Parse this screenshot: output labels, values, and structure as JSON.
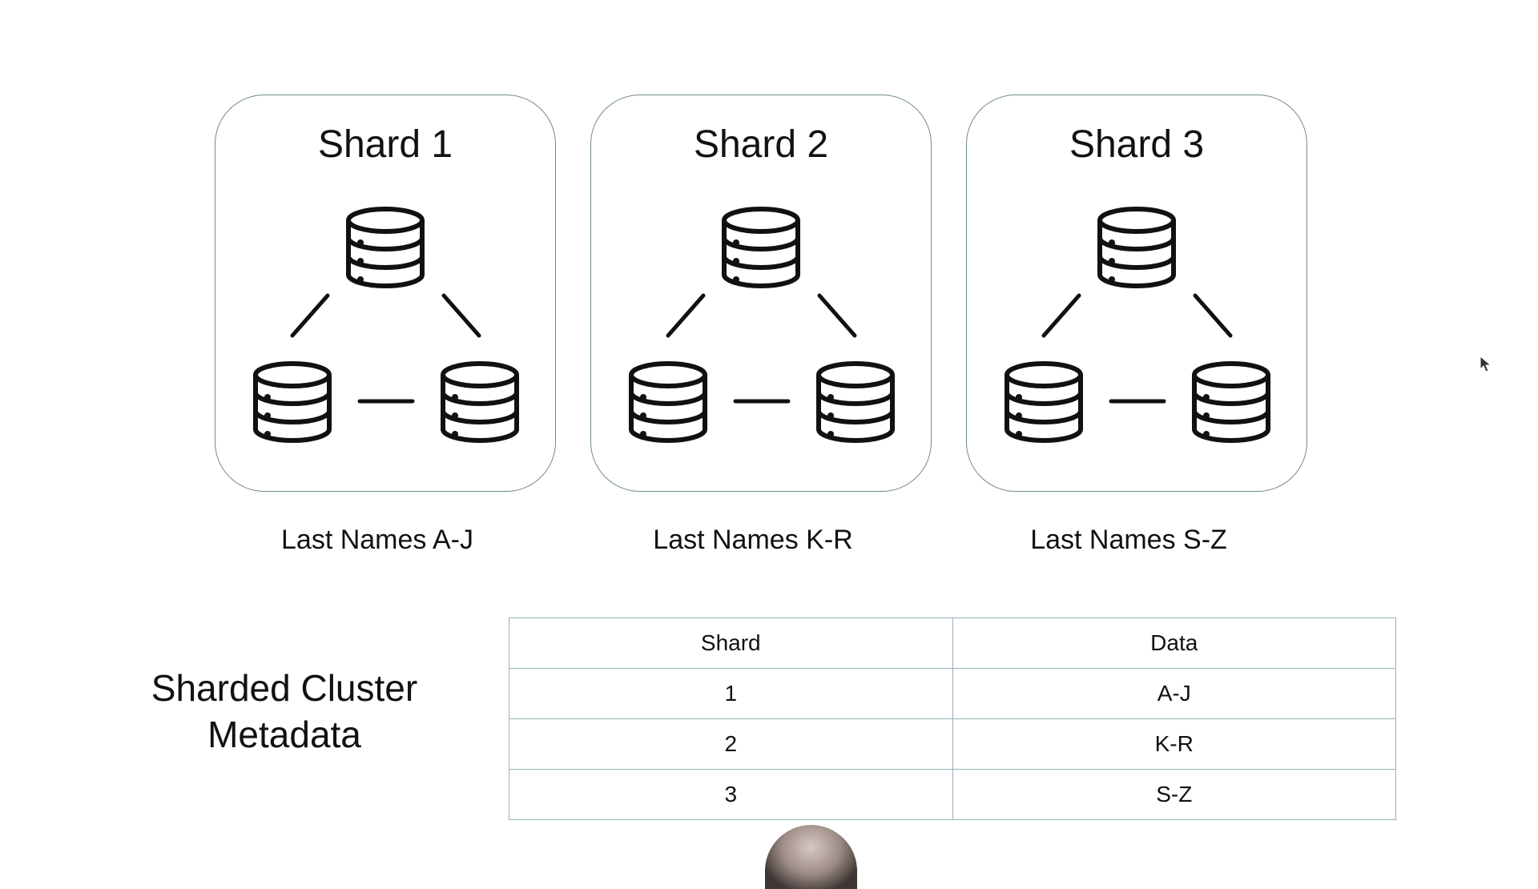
{
  "shards": [
    {
      "title": "Shard 1",
      "range_label": "Last Names A-J"
    },
    {
      "title": "Shard 2",
      "range_label": "Last Names K-R"
    },
    {
      "title": "Shard 3",
      "range_label": "Last Names S-Z"
    }
  ],
  "metadata": {
    "title_line1": "Sharded Cluster",
    "title_line2": "Metadata",
    "headers": [
      "Shard",
      "Data"
    ],
    "rows": [
      [
        "1",
        "A-J"
      ],
      [
        "2",
        "K-R"
      ],
      [
        "3",
        "S-Z"
      ]
    ]
  },
  "icons": {
    "database": "database-icon",
    "cursor": "mouse-pointer-icon"
  },
  "colors": {
    "box_border": "#6f8a93",
    "table_border": "#98b2ba",
    "ink": "#111111"
  }
}
